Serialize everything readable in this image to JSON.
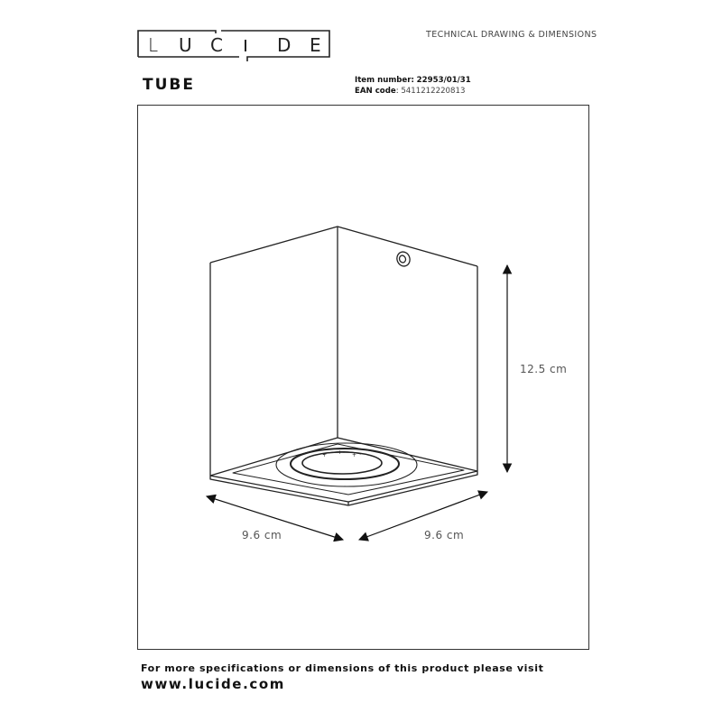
{
  "header": {
    "brand": "LUCIDE",
    "brand_letters": [
      "L",
      "U",
      "C",
      "I",
      "D",
      "E"
    ],
    "document_type": "TECHNICAL DRAWING & DIMENSIONS"
  },
  "product": {
    "name": "TUBE",
    "item_number_label": "Item number:",
    "item_number": "22953/01/31",
    "ean_label": "EAN code",
    "ean_separator": ":",
    "ean_code": "5411212220813"
  },
  "drawing": {
    "subject": "square-surface-mounted-ceiling-spotlight",
    "dimensions": {
      "height": "12.5 cm",
      "width_left": "9.6 cm",
      "width_right": "9.6 cm"
    },
    "line_color": "#222222",
    "dimension_text_color": "#555555"
  },
  "footer": {
    "note": "For more specifications or dimensions of this product please visit",
    "url": "www.lucide.com"
  }
}
